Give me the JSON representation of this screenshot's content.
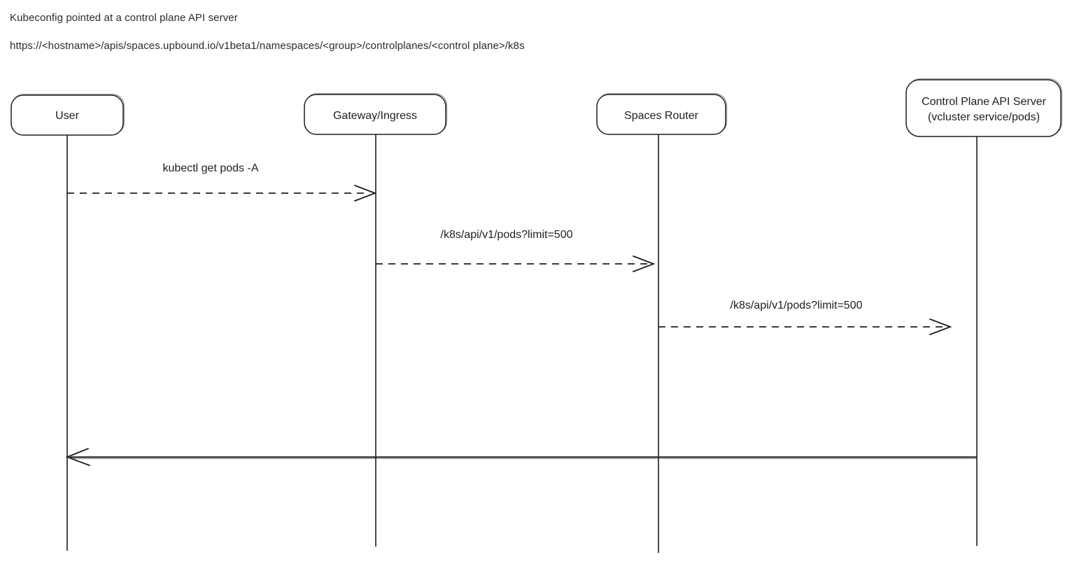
{
  "header": {
    "title": "Kubeconfig pointed at a control plane API server",
    "url": "https://<hostname>/apis/spaces.upbound.io/v1beta1/namespaces/<group>/controlplanes/<control plane>/k8s"
  },
  "diagram": {
    "type": "sequence-diagram",
    "style": "hand-drawn",
    "colors": {
      "stroke": "#1e1e1e",
      "text": "#2b2b2b",
      "background": "#ffffff"
    },
    "actors": [
      {
        "id": "user",
        "label": "User"
      },
      {
        "id": "gateway",
        "label": "Gateway/Ingress"
      },
      {
        "id": "spaces-router",
        "label": "Spaces Router"
      },
      {
        "id": "control-plane",
        "label": "Control Plane API Server",
        "sublabel": "(vcluster service/pods)"
      }
    ],
    "messages": [
      {
        "label": "kubectl get pods -A",
        "from": "user",
        "to": "gateway",
        "line": "dashed",
        "direction": "right"
      },
      {
        "label": "/k8s/api/v1/pods?limit=500",
        "from": "gateway",
        "to": "spaces-router",
        "line": "dashed",
        "direction": "right"
      },
      {
        "label": "/k8s/api/v1/pods?limit=500",
        "from": "spaces-router",
        "to": "control-plane",
        "line": "dashed",
        "direction": "right"
      },
      {
        "label": "",
        "from": "control-plane",
        "to": "user",
        "line": "solid",
        "direction": "left"
      }
    ]
  }
}
